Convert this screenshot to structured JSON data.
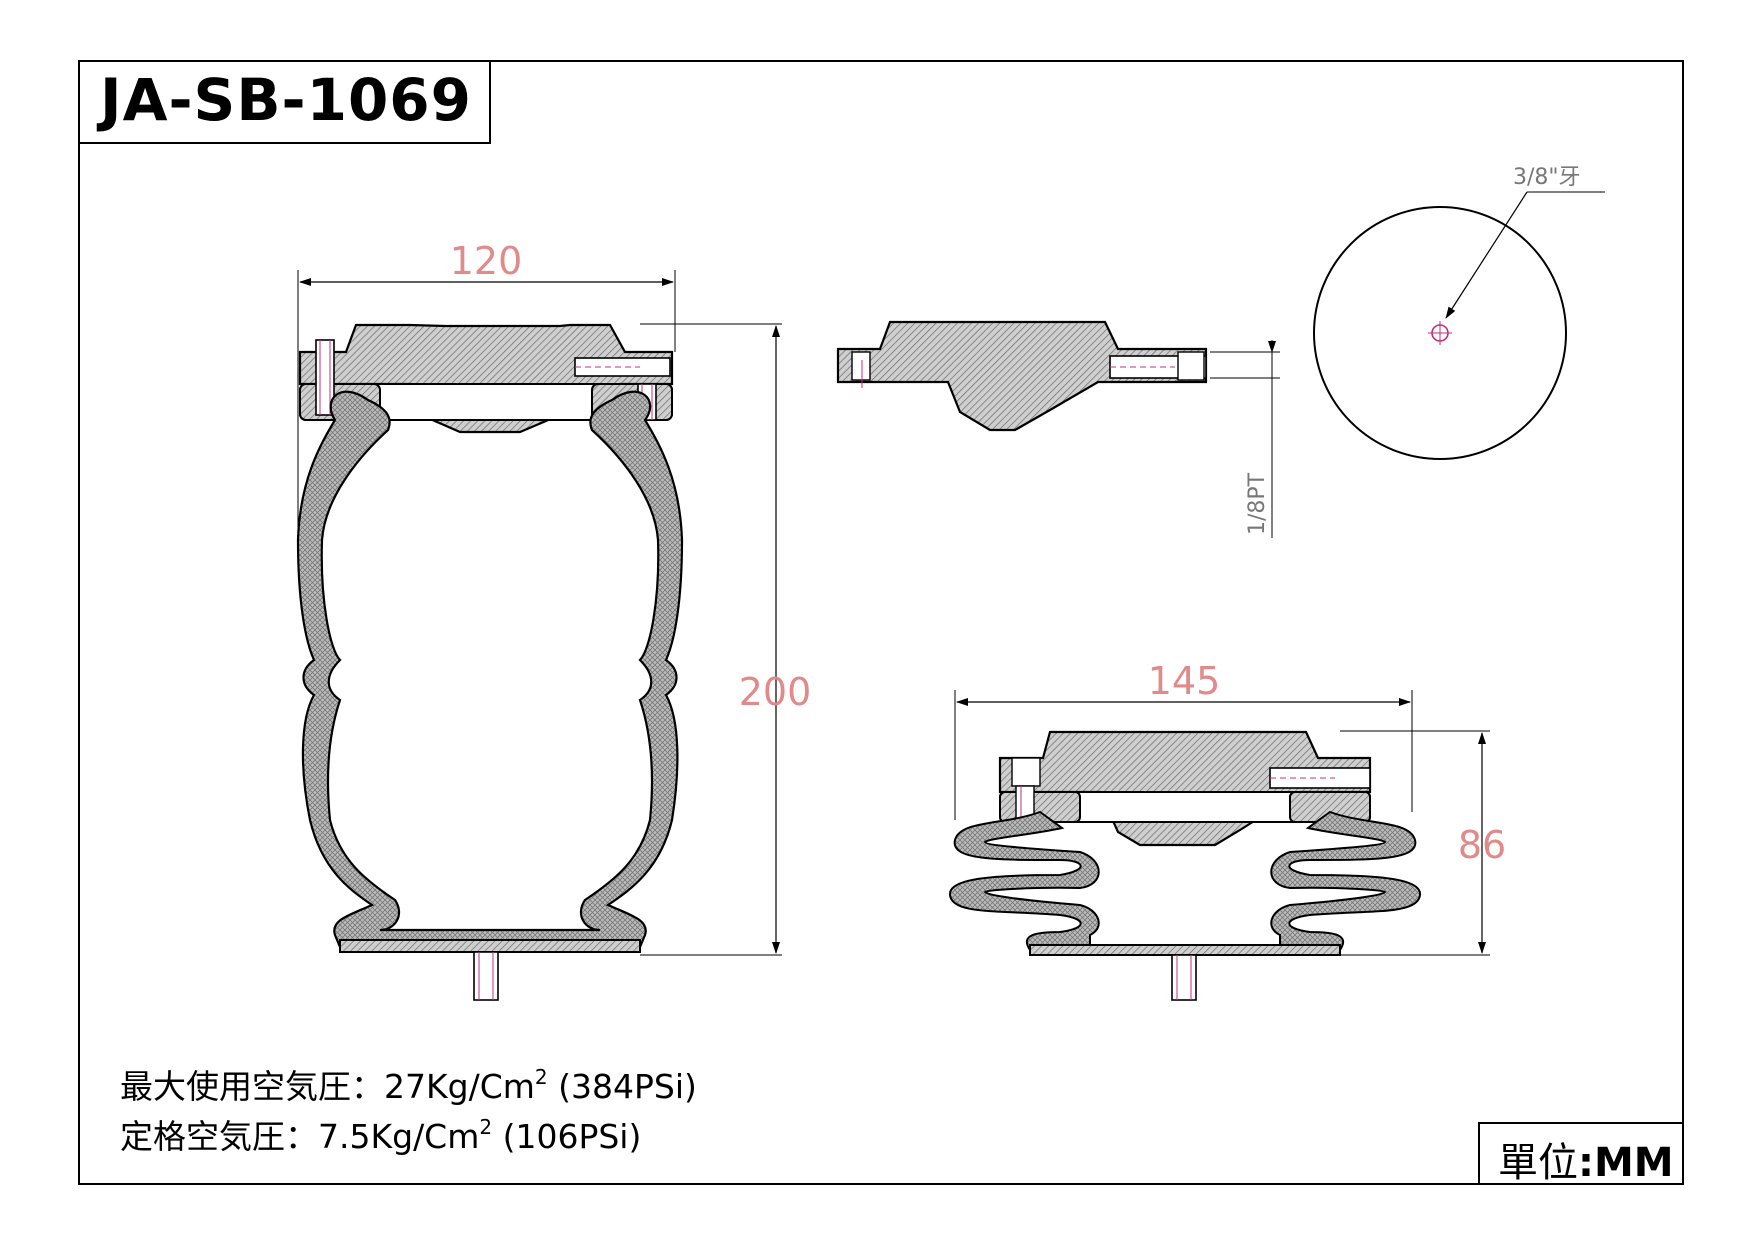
{
  "title": "JA-SB-1069",
  "dimensions": {
    "top_width": "120",
    "height": "200",
    "right_width": "145",
    "right_height": "86"
  },
  "notes": {
    "thread": "3/8\"牙",
    "port": "1/8PT"
  },
  "specs": {
    "max_pressure_label": "最大使用空気圧：27Kg/Cm",
    "max_pressure_sup": "2",
    "max_pressure_psi": " (384PSi)",
    "rated_pressure_label": "定格空気圧：7.5Kg/Cm",
    "rated_pressure_sup": "2",
    "rated_pressure_psi": " (106PSi)"
  },
  "unit": {
    "label": "單位",
    "value": ":MM"
  },
  "colors": {
    "dimension": "#e08a8a",
    "line": "#000000",
    "hatch": "#7a7a7a",
    "accent": "#c0307a"
  }
}
